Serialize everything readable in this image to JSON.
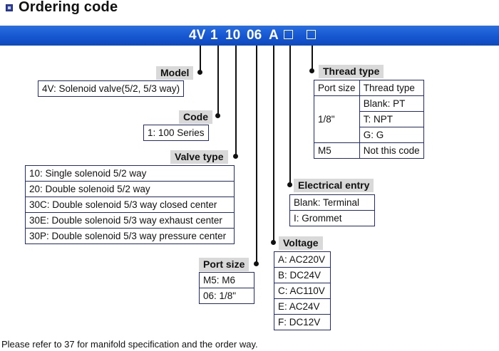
{
  "heading": "Ordering code",
  "code": {
    "prefix": "4V",
    "c1": "1",
    "c2": "10",
    "c3": "06",
    "c4": "A"
  },
  "model": {
    "label": "Model",
    "rows": [
      "4V: Solenoid valve(5/2, 5/3 way)"
    ]
  },
  "code_section": {
    "label": "Code",
    "rows": [
      "1: 100 Series"
    ]
  },
  "valve_type": {
    "label": "Valve type",
    "rows": [
      "10: Single solenoid 5/2 way",
      "20: Double solenoid 5/2 way",
      "30C: Double solenoid 5/3 way closed center",
      "30E: Double solenoid 5/3 way exhaust center",
      "30P: Double solenoid 5/3 way pressure center"
    ]
  },
  "port_size": {
    "label": "Port size",
    "rows": [
      "M5: M6",
      "06: 1/8\""
    ]
  },
  "voltage": {
    "label": "Voltage",
    "rows": [
      "A: AC220V",
      "B: DC24V",
      "C: AC110V",
      "E: AC24V",
      "F: DC12V"
    ]
  },
  "electrical_entry": {
    "label": "Electrical entry",
    "rows": [
      "Blank: Terminal",
      "I: Grommet"
    ]
  },
  "thread_type": {
    "label": "Thread type",
    "header": [
      "Port size",
      "Thread type"
    ],
    "size_1": "1/8\"",
    "rows_1": [
      "Blank: PT",
      "T: NPT",
      "G: G"
    ],
    "size_2": "M5",
    "row_2": "Not this code"
  },
  "footnote": "Please refer to 37 for manifold specification and the order way."
}
